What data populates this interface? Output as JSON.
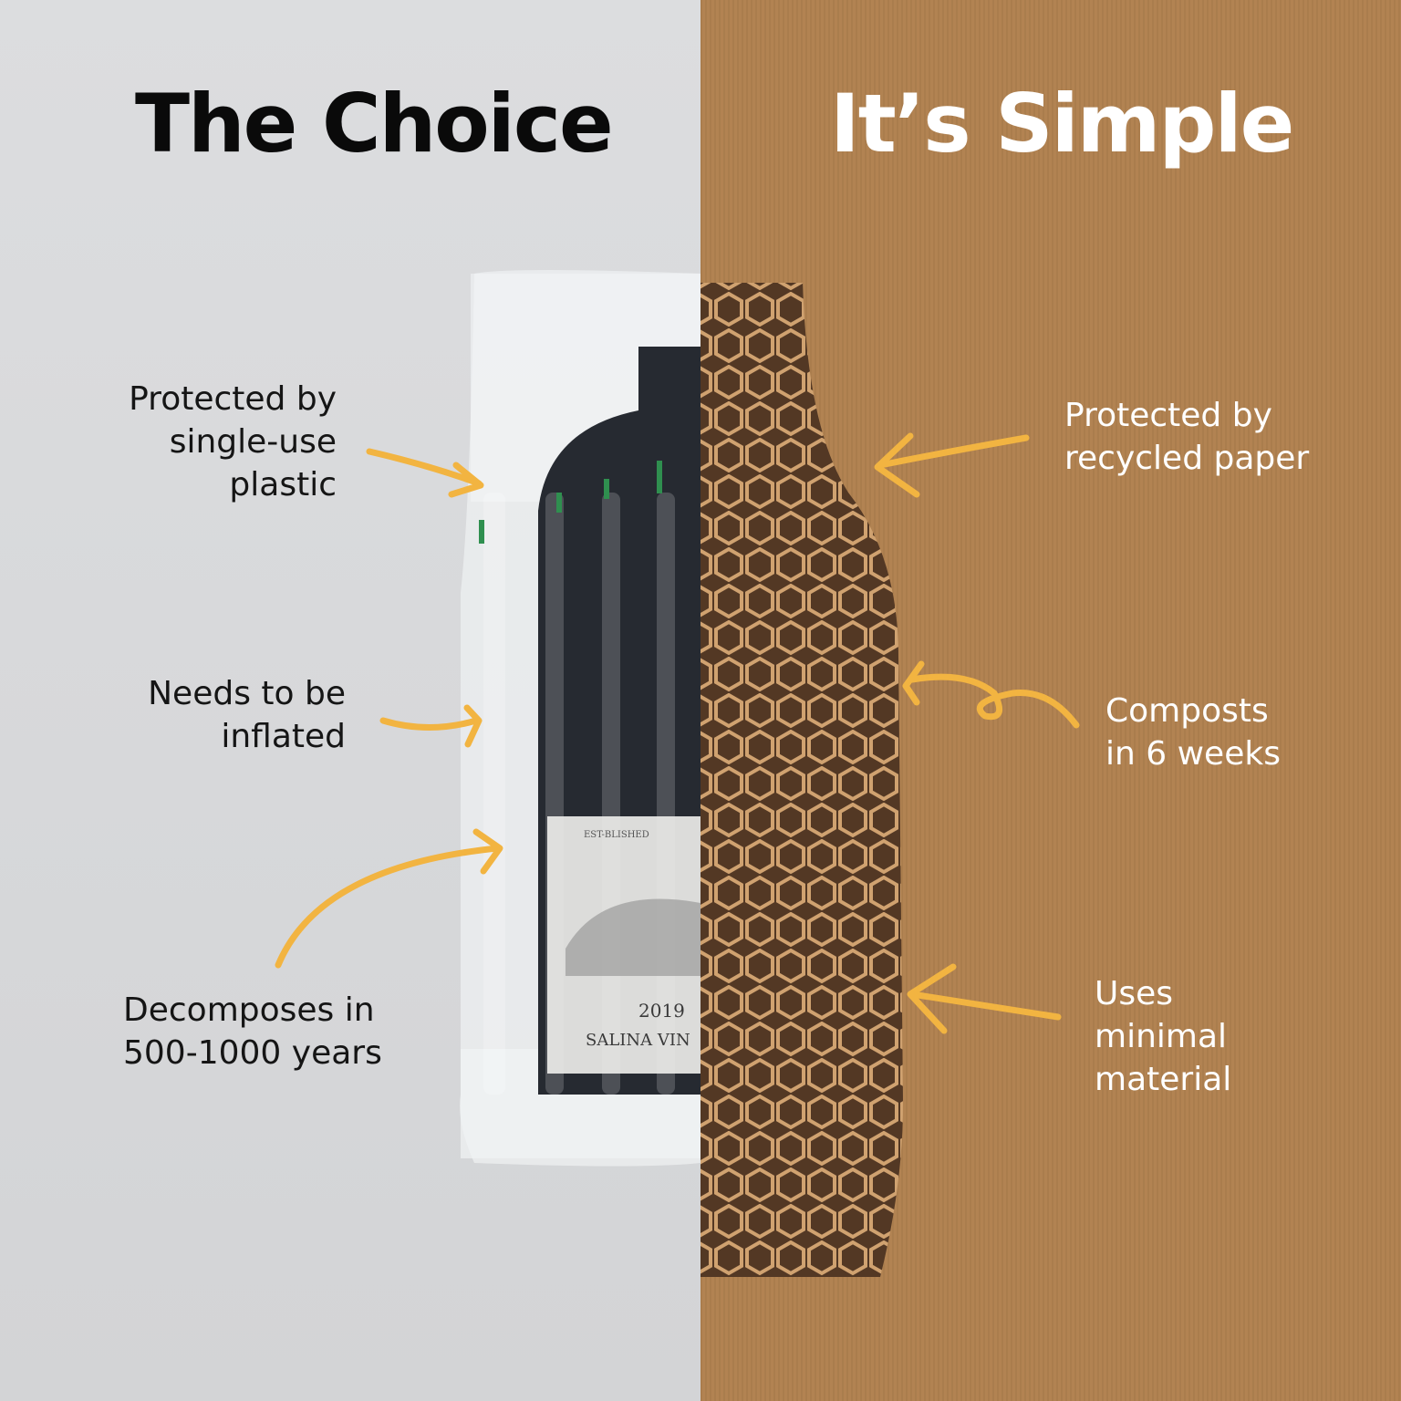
{
  "titles": {
    "left": "The Choice",
    "right": "It’s Simple"
  },
  "left_labels": {
    "plastic": [
      "Protected by",
      "single-use",
      "plastic"
    ],
    "inflated": [
      "Needs to be",
      "inflated"
    ],
    "decomposes": [
      "Decomposes in",
      "500-1000 years"
    ]
  },
  "right_labels": {
    "paper": [
      "Protected by",
      "recycled paper"
    ],
    "composts": [
      "Composts",
      "in 6 weeks"
    ],
    "minimal": [
      "Uses",
      "minimal",
      "material"
    ]
  },
  "bottle_label": {
    "top": "EST-BLISHED",
    "year": "2019",
    "name": "SALINA VIN"
  },
  "colors": {
    "left_bg": "#d8d9db",
    "right_bg": "#b0814f",
    "arrow": "#f2b441",
    "title_dark": "#0a0a0a",
    "title_light": "#ffffff",
    "honeycomb": "#c79a68"
  }
}
